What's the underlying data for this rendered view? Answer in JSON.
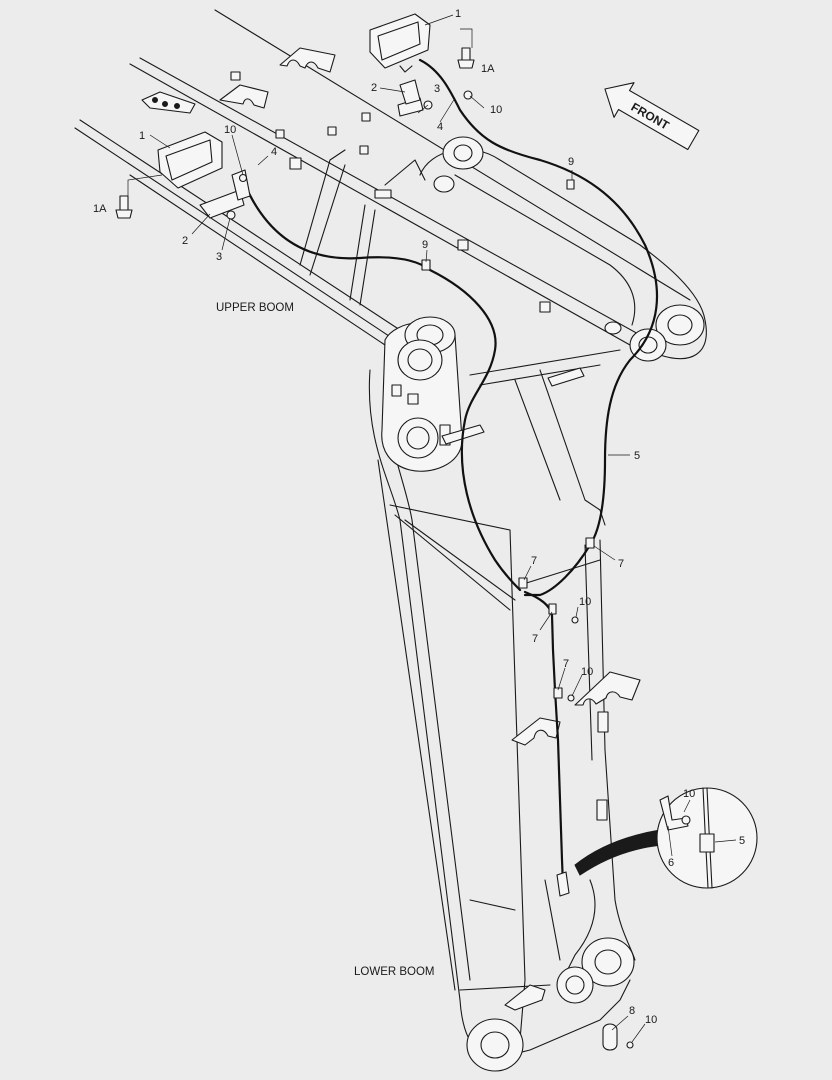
{
  "labels": {
    "upper_boom": "UPPER BOOM",
    "lower_boom": "LOWER BOOM",
    "front": "FRONT"
  },
  "callouts": {
    "c1_top": "1",
    "c1a_top": "1A",
    "c2_top": "2",
    "c3_top": "3",
    "c4_top": "4",
    "c10_top": "10",
    "c9_top": "9",
    "c1_left": "1",
    "c1a_left": "1A",
    "c10_left": "10",
    "c4_left": "4",
    "c2_left": "2",
    "c3_left": "3",
    "c9_mid": "9",
    "c5_right": "5",
    "c7_a": "7",
    "c7_b": "7",
    "c7_c": "7",
    "c10_a": "10",
    "c7_d": "7",
    "c10_b": "10",
    "c10_detail": "10",
    "c5_detail": "5",
    "c6_detail": "6",
    "c8_bottom": "8",
    "c10_bottom": "10"
  },
  "colors": {
    "background": "#ececec",
    "line": "#1a1a1a"
  }
}
